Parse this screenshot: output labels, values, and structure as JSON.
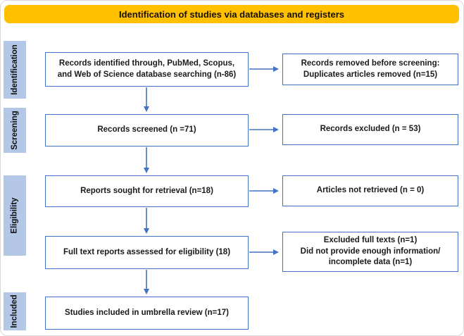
{
  "figure": {
    "title": "Identification of studies via databases and registers"
  },
  "colors": {
    "title_bg": "#FFC000",
    "title_text": "#161006",
    "box_border": "#4472C4",
    "box_text": "#1a1a1a",
    "sidebar_bg": "#B4C7E7",
    "sidebar_text": "#111111",
    "arrow": "#4472C4"
  },
  "stages": [
    {
      "label": "Identification"
    },
    {
      "label": "Screening"
    },
    {
      "label": "Eligibility"
    },
    {
      "label": "Included"
    }
  ],
  "flow": {
    "left": [
      {
        "text": "Records identified through, PubMed, Scopus,\nand Web of Science database searching (n-86)"
      },
      {
        "text": "Records screened (n =71)"
      },
      {
        "text": "Reports sought for retrieval (n=18)"
      },
      {
        "text": "Full text reports assessed for eligibility (18)"
      },
      {
        "text": "Studies included in umbrella review (n=17)"
      }
    ],
    "right": [
      {
        "text": "Records removed before screening:\nDuplicates articles removed (n=15)"
      },
      {
        "text": "Records excluded (n = 53)"
      },
      {
        "text": "Articles not retrieved (n = 0)"
      },
      {
        "text": "Excluded full texts (n=1)\nDid not provide enough information/\nincomplete data (n=1)"
      }
    ]
  }
}
